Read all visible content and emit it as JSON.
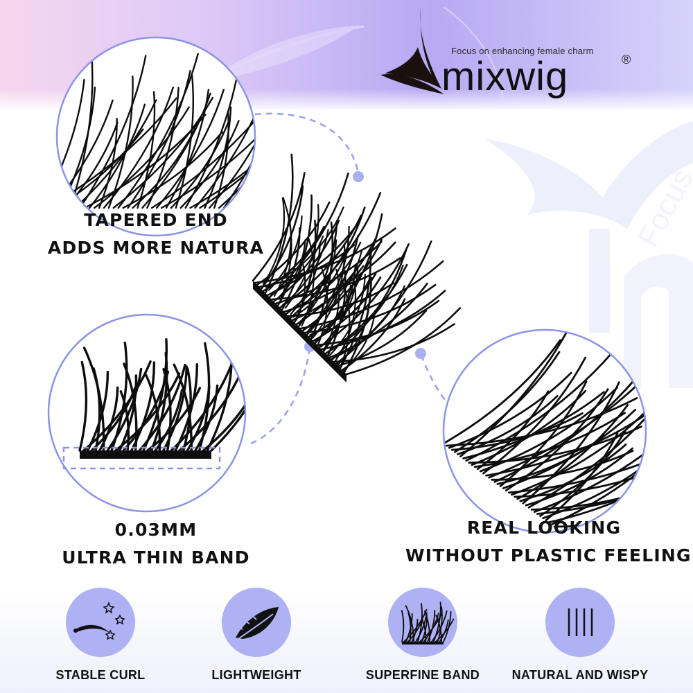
{
  "brand": {
    "tagline": "Focus on enhancing female charm",
    "name": "mixwig",
    "registered": "®",
    "watermark": "Focus"
  },
  "callouts": [
    {
      "id": "tapered",
      "lines": [
        "TAPERED END",
        "ADDS MORE NATURA"
      ]
    },
    {
      "id": "band",
      "lines": [
        "0.03MM",
        "ULTRA THIN BAND"
      ]
    },
    {
      "id": "real",
      "lines": [
        "REAL LOOKING",
        "WITHOUT PLASTIC FEELING"
      ]
    }
  ],
  "features": [
    {
      "label": "STABLE CURL",
      "icon": "curl-stars-icon"
    },
    {
      "label": "LIGHTWEIGHT",
      "icon": "feather-icon"
    },
    {
      "label": "SUPERFINE BAND",
      "icon": "lash-cluster-icon"
    },
    {
      "label": "NATURAL AND WISPY",
      "icon": "wispy-lines-icon"
    }
  ],
  "colors": {
    "accent": "#aeb1f3",
    "outline": "#8d93e6",
    "text": "#111111",
    "lash": "#0d0d0d"
  }
}
